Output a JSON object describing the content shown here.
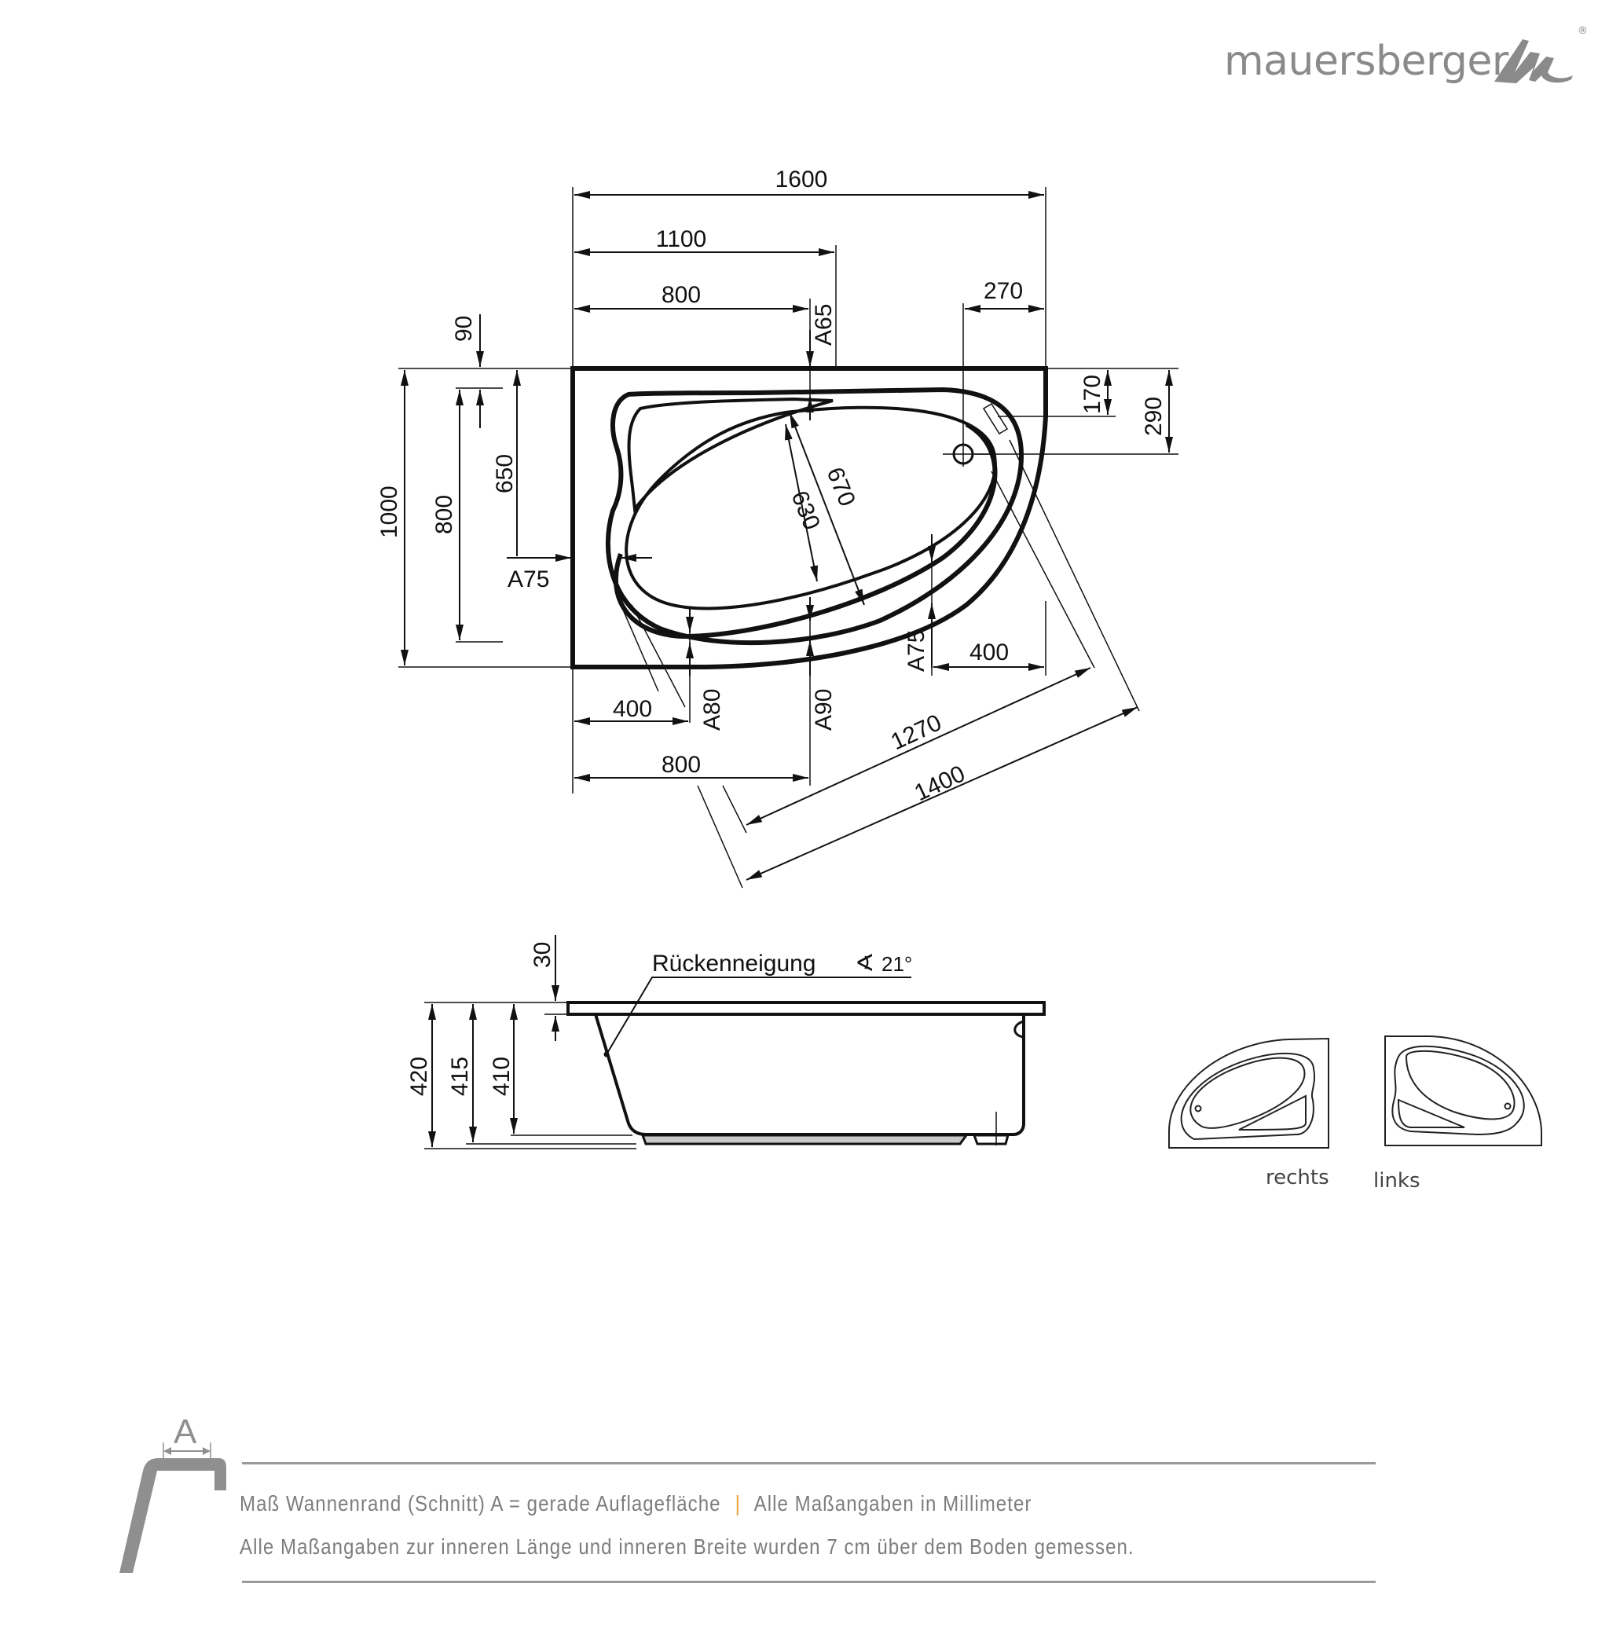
{
  "brand": {
    "name": "mauersberger",
    "registered_mark": "®",
    "color": "#8a8a8a"
  },
  "top_view": {
    "overall_length": "1600",
    "dim_1100": "1100",
    "dim_800_top": "800",
    "rim_A65": "A65",
    "dim_270": "270",
    "dim_90": "90",
    "overall_width": "1000",
    "dim_800_left": "800",
    "dim_650": "650",
    "rim_A75_left": "A75",
    "dim_170": "170",
    "dim_290": "290",
    "inner_630": "630",
    "inner_670": "670",
    "dim_400_bottom_left": "400",
    "rim_A80": "A80",
    "rim_A90": "A90",
    "dim_800_bottom": "800",
    "rim_A75_right": "A75",
    "dim_400_bottom_right": "400",
    "diag_1270": "1270",
    "diag_1400": "1400"
  },
  "side_view": {
    "dim_30": "30",
    "height_420": "420",
    "height_415": "415",
    "height_410": "410",
    "back_tilt_label": "Rückenneigung",
    "back_tilt_symbol": "∢",
    "back_tilt_angle": "21°"
  },
  "variants": [
    {
      "label": "rechts"
    },
    {
      "label": "links"
    }
  ],
  "legend": {
    "rim_letter": "A",
    "line1_part1": "Maß Wannenrand (Schnitt) A = gerade Auflagefläche",
    "separator": "|",
    "line1_part2": "Alle Maßangaben in Millimeter",
    "line2": "Alle Maßangaben zur inneren Länge und inneren Breite wurden 7 cm über dem Boden gemessen.",
    "separator_color": "#e8a23a",
    "text_color": "#7d7d7d",
    "rule_color": "#9a9a9a"
  }
}
